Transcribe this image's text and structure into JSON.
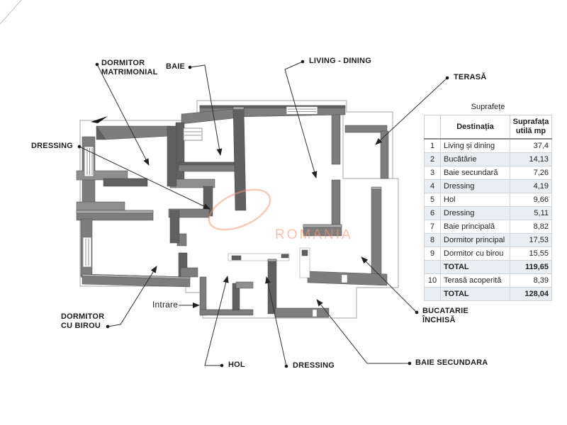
{
  "watermark": {
    "text": "ROMANIA",
    "color": "#f39670"
  },
  "plan": {
    "labels": {
      "dormitor_matrimonial": {
        "line1": "DORMITOR",
        "line2": "MATRIMONIAL"
      },
      "baie": "BAIE",
      "living_dining": "LIVING - DINING",
      "terasa": "TERASĂ",
      "dressing_left": "DRESSING",
      "dormitor_cu_birou": {
        "line1": "DORMITOR",
        "line2": "CU BIROU"
      },
      "intrare": "Intrare",
      "hol": "HOL",
      "dressing_bottom": "DRESSING",
      "baie_secundara": "BAIE SECUNDARA",
      "bucatarie": {
        "line1": "BUCATARIE",
        "line2": "ÎNCHISĂ"
      }
    },
    "wall_color": "#7d7d7d"
  },
  "table": {
    "title": "Suprafețe",
    "columns": {
      "destination": "Destinația",
      "area": "Suprafața utilă mp"
    },
    "rows": [
      {
        "nr": "1",
        "dest": "Living și dining",
        "mp": "37,4"
      },
      {
        "nr": "2",
        "dest": "Bucătărie",
        "mp": "14,13"
      },
      {
        "nr": "3",
        "dest": "Baie secundară",
        "mp": "7,26"
      },
      {
        "nr": "4",
        "dest": "Dressing",
        "mp": "4,19"
      },
      {
        "nr": "5",
        "dest": "Hol",
        "mp": "9,66"
      },
      {
        "nr": "6",
        "dest": "Dressing",
        "mp": "5,11"
      },
      {
        "nr": "7",
        "dest": "Baie principală",
        "mp": "8,82"
      },
      {
        "nr": "8",
        "dest": "Dormitor principal",
        "mp": "17,53"
      },
      {
        "nr": "9",
        "dest": "Dormitor cu birou",
        "mp": "15,55"
      },
      {
        "nr": "",
        "dest": "TOTAL",
        "mp": "119,65"
      },
      {
        "nr": "10",
        "dest": "Terasă acoperită",
        "mp": "8,39"
      },
      {
        "nr": "",
        "dest": "TOTAL",
        "mp": "128,04"
      }
    ]
  }
}
